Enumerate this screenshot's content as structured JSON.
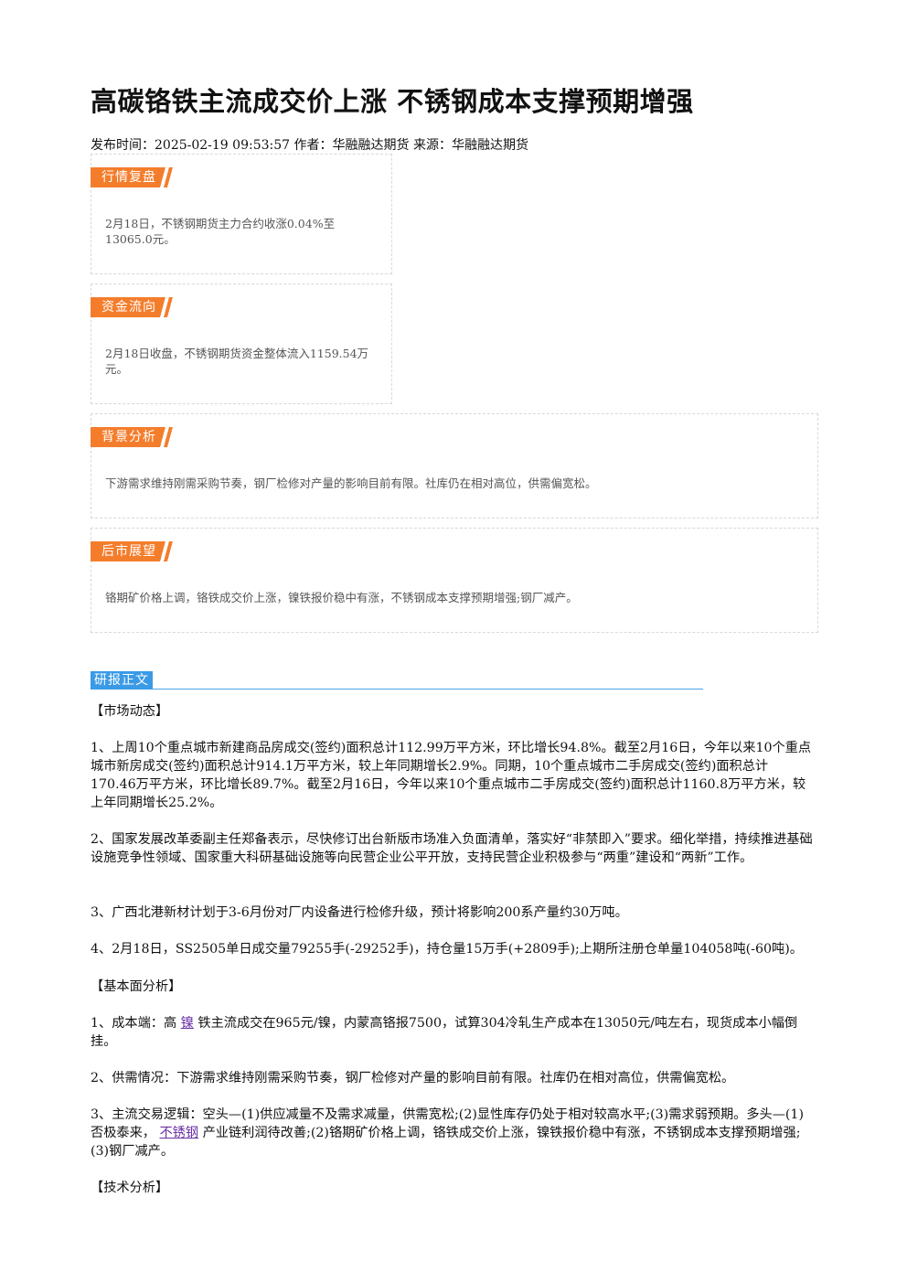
{
  "article": {
    "title": "高碳铬铁主流成交价上涨 不锈钢成本支撑预期增强",
    "meta": "发布时间：2025-02-19 09:53:57 作者：华融融达期货 来源：华融融达期货"
  },
  "summary": {
    "market": {
      "label": "行情复盘",
      "text": "2月18日，不锈钢期货主力合约收涨0.04%至13065.0元。"
    },
    "capital": {
      "label": "资金流向",
      "text": "2月18日收盘，不锈钢期货资金整体流入1159.54万元。"
    },
    "background": {
      "label": "背景分析",
      "text": "下游需求维持刚需采购节奏，钢厂检修对产量的影响目前有限。社库仍在相对高位，供需偏宽松。"
    },
    "outlook": {
      "label": "后市展望",
      "text": "铬期矿价格上调，铬铁成交价上涨，镍铁报价稳中有涨，不锈钢成本支撑预期增强;钢厂减产。"
    }
  },
  "report": {
    "label": "研报正文",
    "market_heading": "【市场动态】",
    "p1": "1、上周10个重点城市新建商品房成交(签约)面积总计112.99万平方米，环比增长94.8%。截至2月16日，今年以来10个重点城市新房成交(签约)面积总计914.1万平方米，较上年同期增长2.9%。同期，10个重点城市二手房成交(签约)面积总计170.46万平方米，环比增长89.7%。截至2月16日，今年以来10个重点城市二手房成交(签约)面积总计1160.8万平方米，较上年同期增长25.2%。",
    "p2": "2、国家发展改革委副主任郑备表示，尽快修订出台新版市场准入负面清单，落实好“非禁即入”要求。细化举措，持续推进基础设施竞争性领域、国家重大科研基础设施等向民营企业公平开放，支持民营企业积极参与“两重”建设和“两新”工作。",
    "p3": "3、广西北港新材计划于3-6月份对厂内设备进行检修升级，预计将影响200系产量约30万吨。",
    "p4": "4、2月18日，SS2505单日成交量79255手(-29252手)，持仓量15万手(+2809手);上期所注册仓单量104058吨(-60吨)。",
    "fundamental_heading": "【基本面分析】",
    "f1_pre": "1、成本端：高",
    "f1_link": "镍",
    "f1_post": "铁主流成交在965元/镍，内蒙高铬报7500，试算304冷轧生产成本在13050元/吨左右，现货成本小幅倒挂。",
    "f2": "2、供需情况：下游需求维持刚需采购节奏，钢厂检修对产量的影响目前有限。社库仍在相对高位，供需偏宽松。",
    "f3_pre": "3、主流交易逻辑：空头—(1)供应减量不及需求减量，供需宽松;(2)显性库存仍处于相对较高水平;(3)需求弱预期。多头—(1)否极泰来，",
    "f3_link": "不锈钢",
    "f3_post": "产业链利润待改善;(2)铬期矿价格上调，铬铁成交价上涨，镍铁报价稳中有涨，不锈钢成本支撑预期增强;(3)钢厂减产。",
    "technical_heading": "【技术分析】"
  }
}
